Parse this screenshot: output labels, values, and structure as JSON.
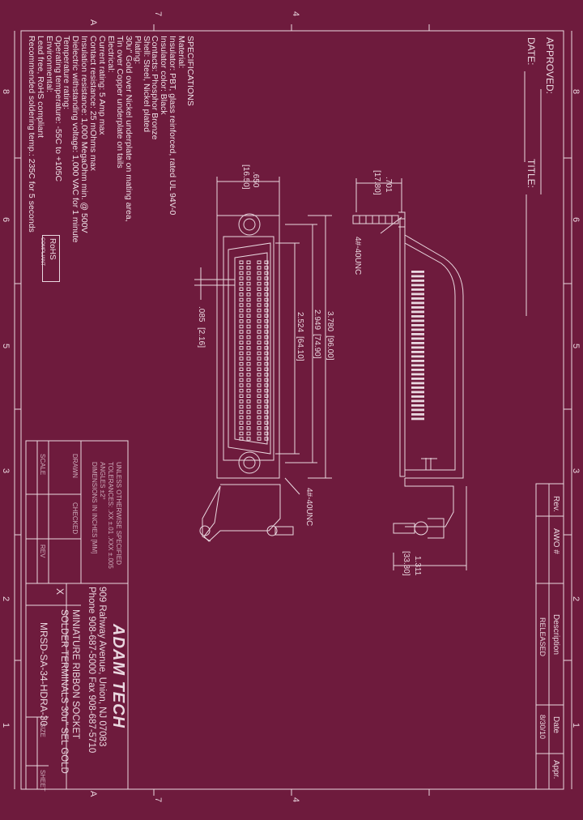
{
  "zone_letters": [
    "A",
    "A"
  ],
  "zone_numbers_left": [
    "8",
    "7",
    "6",
    "5",
    "4",
    "3",
    "2",
    "1"
  ],
  "zone_numbers_right": [
    "8",
    "7",
    "6",
    "5",
    "4",
    "3",
    "2",
    "1"
  ],
  "approval": {
    "approved": "APPROVED:",
    "date": "DATE:",
    "title": "TITLE:"
  },
  "specifications": [
    "SPECIFICATIONS",
    "Material:",
    "Insulator: PBT, glass reinforced, rated UL 94V-0",
    "Insulator color: Black",
    "Contacts: Phosphor Bronze",
    "Shell: Steel, Nickel plated",
    "Plating:",
    "30u\" Gold over Nickel underplate on mating area,",
    "Tin over Copper underplate on tails",
    "Electrical:",
    "Current rating: 5 Amp max",
    "Contact resistance: 25 mOhms max",
    "Insulation resistance: 1,000 MegaOhm min. @ 500V",
    "Dielectric withstanding voltage: 1,000 VAC for 1 minute",
    "Temperature rating:",
    "Operating temperature: -55C to +105C",
    "Environmental:",
    "Lead free, RoHS compliant",
    "Recommended soldering temp.: 235C for 5 seconds"
  ],
  "rohs": {
    "top": "RoHS",
    "bottom": "COMPLIANT"
  },
  "dimensions": {
    "front_width": ".650",
    "front_width_mm": "[16.50]",
    "pitch": ".085",
    "pitch_mm": "[2.16]",
    "overall": "3.780",
    "overall_mm": "[96.00]",
    "mounting": "2.949",
    "mounting_mm": "[74.90]",
    "body": "2.524",
    "body_mm": "[64.10]",
    "screw": "4#-40UNC",
    "side_height": ".701",
    "side_height_mm": "[17.80]",
    "side_screw": "4#-40UNC",
    "side_depth": "1.311",
    "side_depth_mm": "[33.30]"
  },
  "revision_block": {
    "headers": [
      "Rev.",
      "AWO #",
      "Description",
      "Date",
      "Appr."
    ],
    "row": [
      "",
      "",
      "RELEASED",
      "8/30/10",
      ""
    ]
  },
  "title_block": {
    "company": "ADAM TECH",
    "address": "909 Rahway Avenue, Union, NJ 07083",
    "phone": "Phone 908-687-5000  Fax 908-687-5710",
    "title_line1": "MINIATURE RIBBON SOCKET",
    "title_line2": "SOLDER TERMINALS 30u\" SEL GOLD",
    "part_number": "MRSD-SA-34-HDRA-30",
    "x_mark": "X",
    "fine_print": [
      "UNLESS OTHERWISE SPECIFIED",
      "TOLERANCES: .XX ±.01  .XXX ±.005",
      "ANGLES ±2°",
      "DIMENSIONS IN INCHES [MM]"
    ],
    "small_labels": [
      "DRAWN",
      "CHECKED",
      "SCALE",
      "REV",
      "SIZE",
      "SHEET"
    ]
  },
  "colors": {
    "background": "#6e1b3d",
    "ink": "#ead8e0"
  }
}
